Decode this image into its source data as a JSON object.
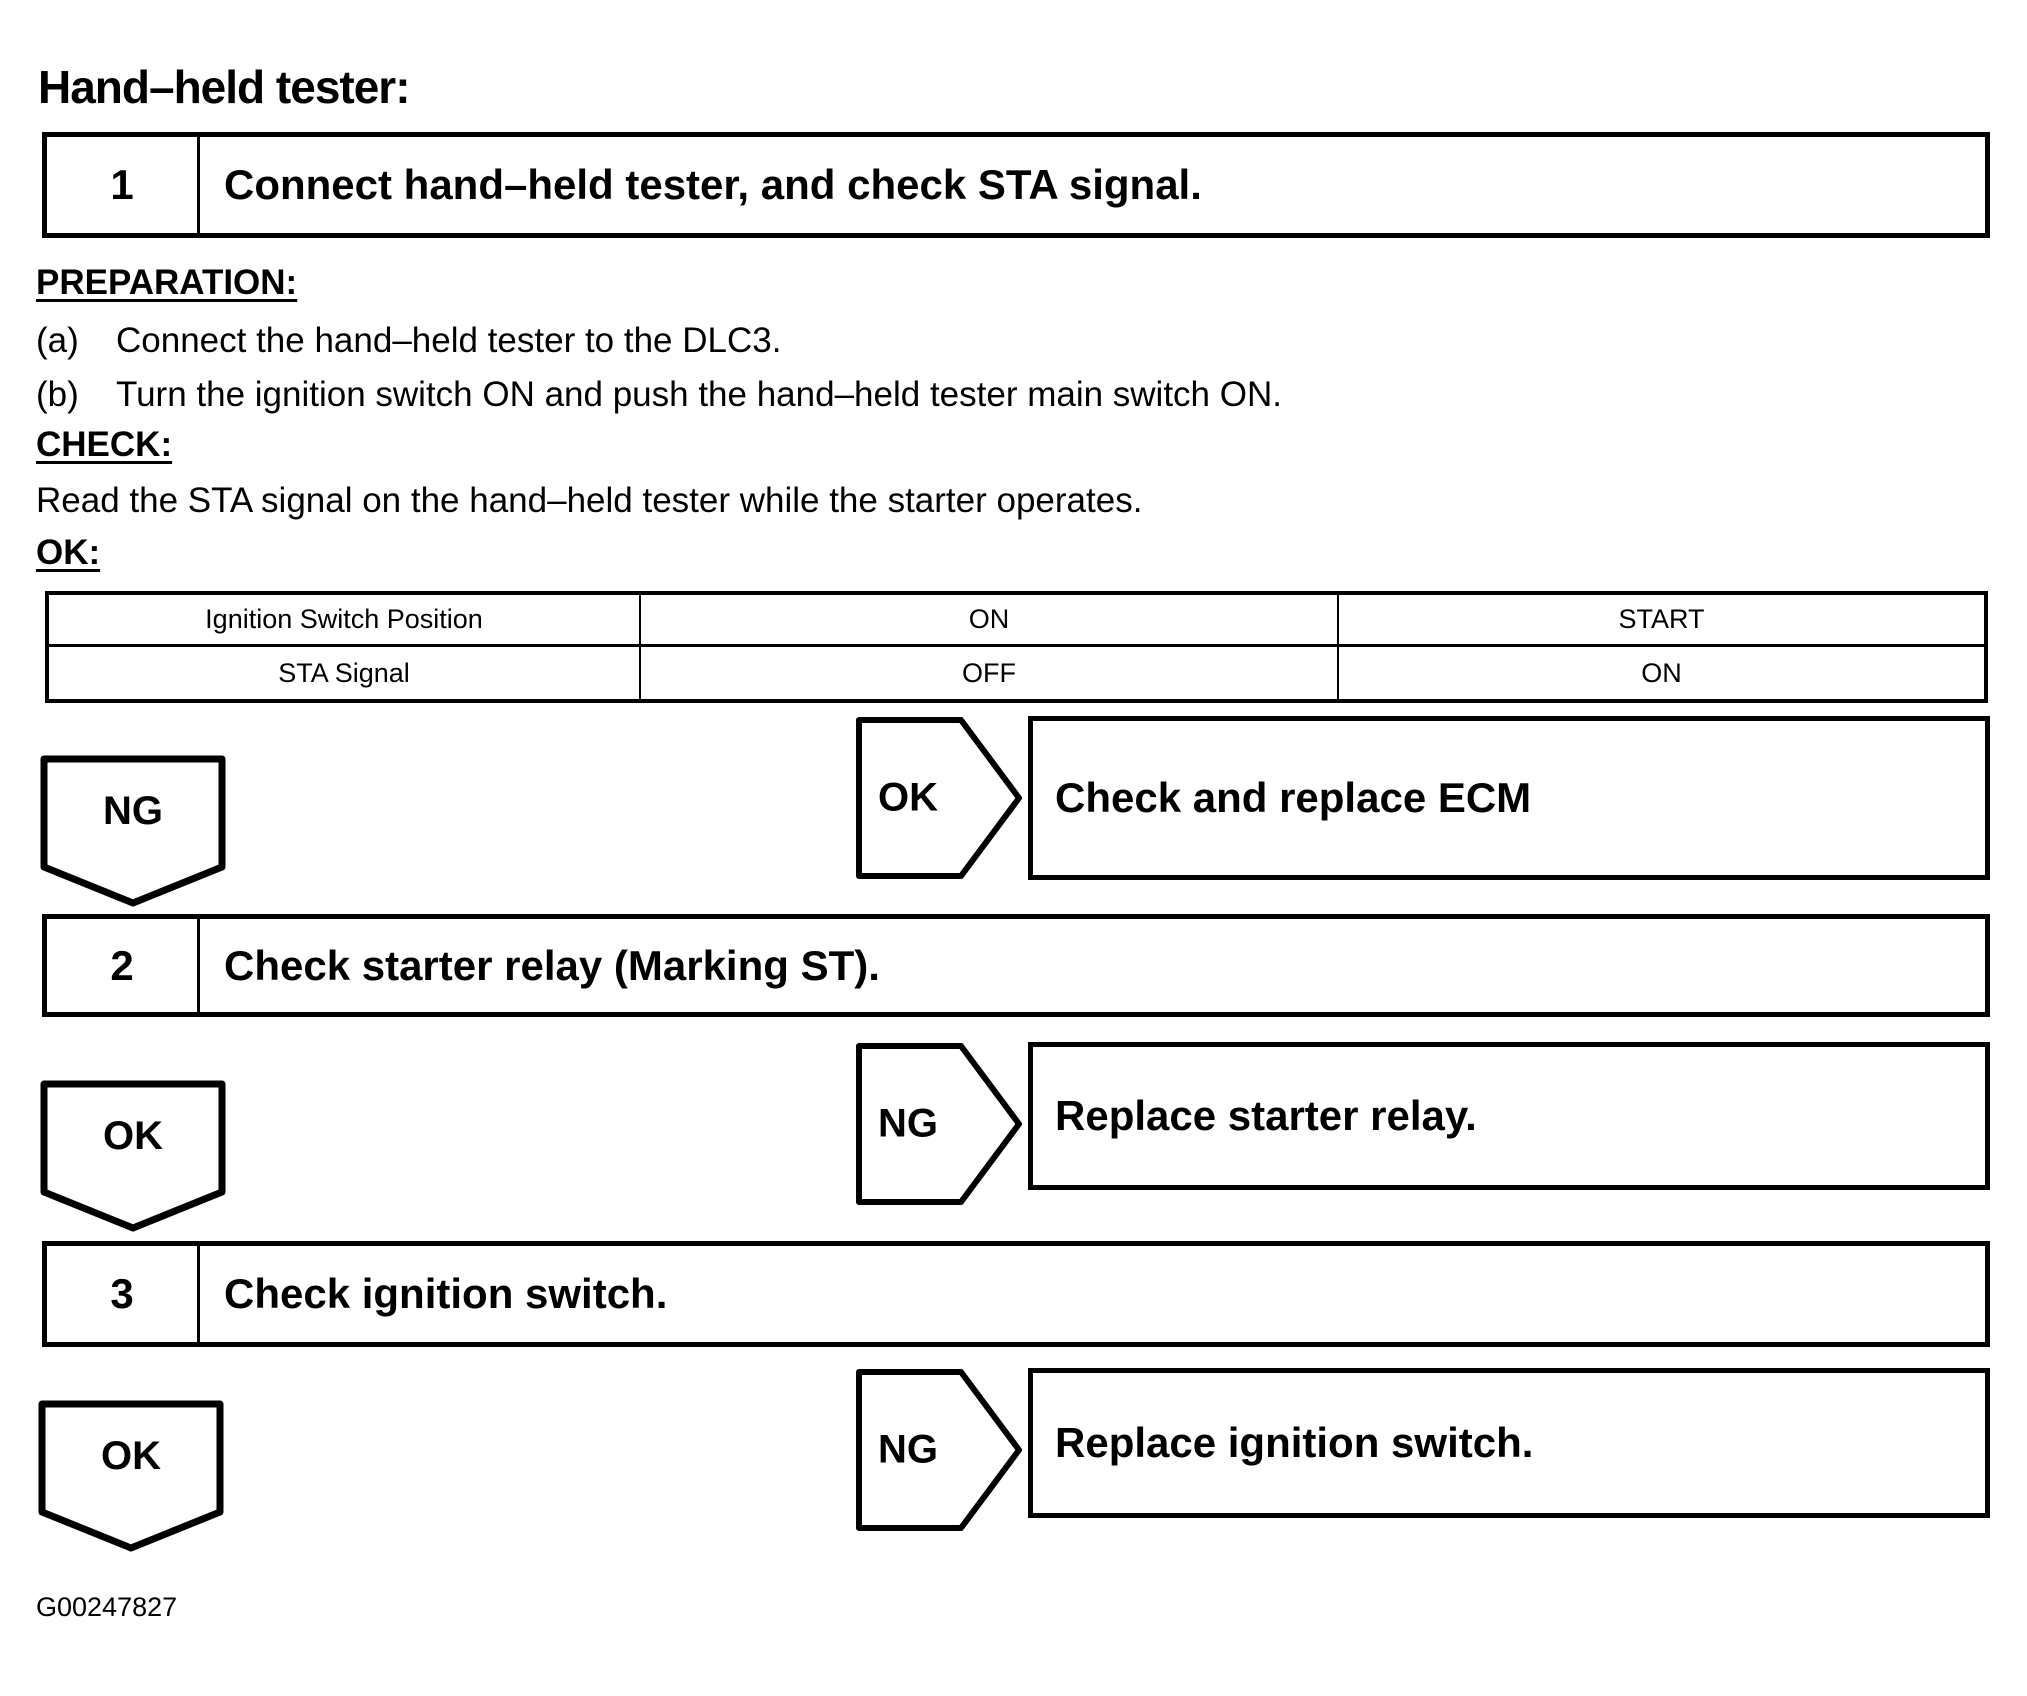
{
  "page": {
    "title": "Hand–held tester:",
    "figure_id": "G00247827"
  },
  "steps": [
    {
      "number": "1",
      "label": "Connect hand–held tester, and check STA signal."
    },
    {
      "number": "2",
      "label": "Check starter relay (Marking ST)."
    },
    {
      "number": "3",
      "label": "Check ignition switch."
    }
  ],
  "sections": {
    "preparation": {
      "heading": "PREPARATION:",
      "items": [
        {
          "label": "(a)",
          "text": "Connect the hand–held tester to the DLC3."
        },
        {
          "label": "(b)",
          "text": "Turn the ignition switch ON and push the hand–held tester main switch ON."
        }
      ]
    },
    "check": {
      "heading": "CHECK:",
      "text": "Read the STA signal on the hand–held tester while the starter operates."
    },
    "ok": {
      "heading": "OK:"
    }
  },
  "table": {
    "rows": [
      [
        "Ignition Switch Position",
        "ON",
        "START"
      ],
      [
        "STA Signal",
        "OFF",
        "ON"
      ]
    ]
  },
  "flow": {
    "branches": [
      {
        "down_label": "NG",
        "right_label": "OK",
        "action": "Check and replace ECM"
      },
      {
        "down_label": "OK",
        "right_label": "NG",
        "action": "Replace starter relay."
      },
      {
        "down_label": "OK",
        "right_label": "NG",
        "action": "Replace ignition switch."
      }
    ]
  },
  "colors": {
    "ink": "#000000",
    "paper": "#ffffff"
  }
}
